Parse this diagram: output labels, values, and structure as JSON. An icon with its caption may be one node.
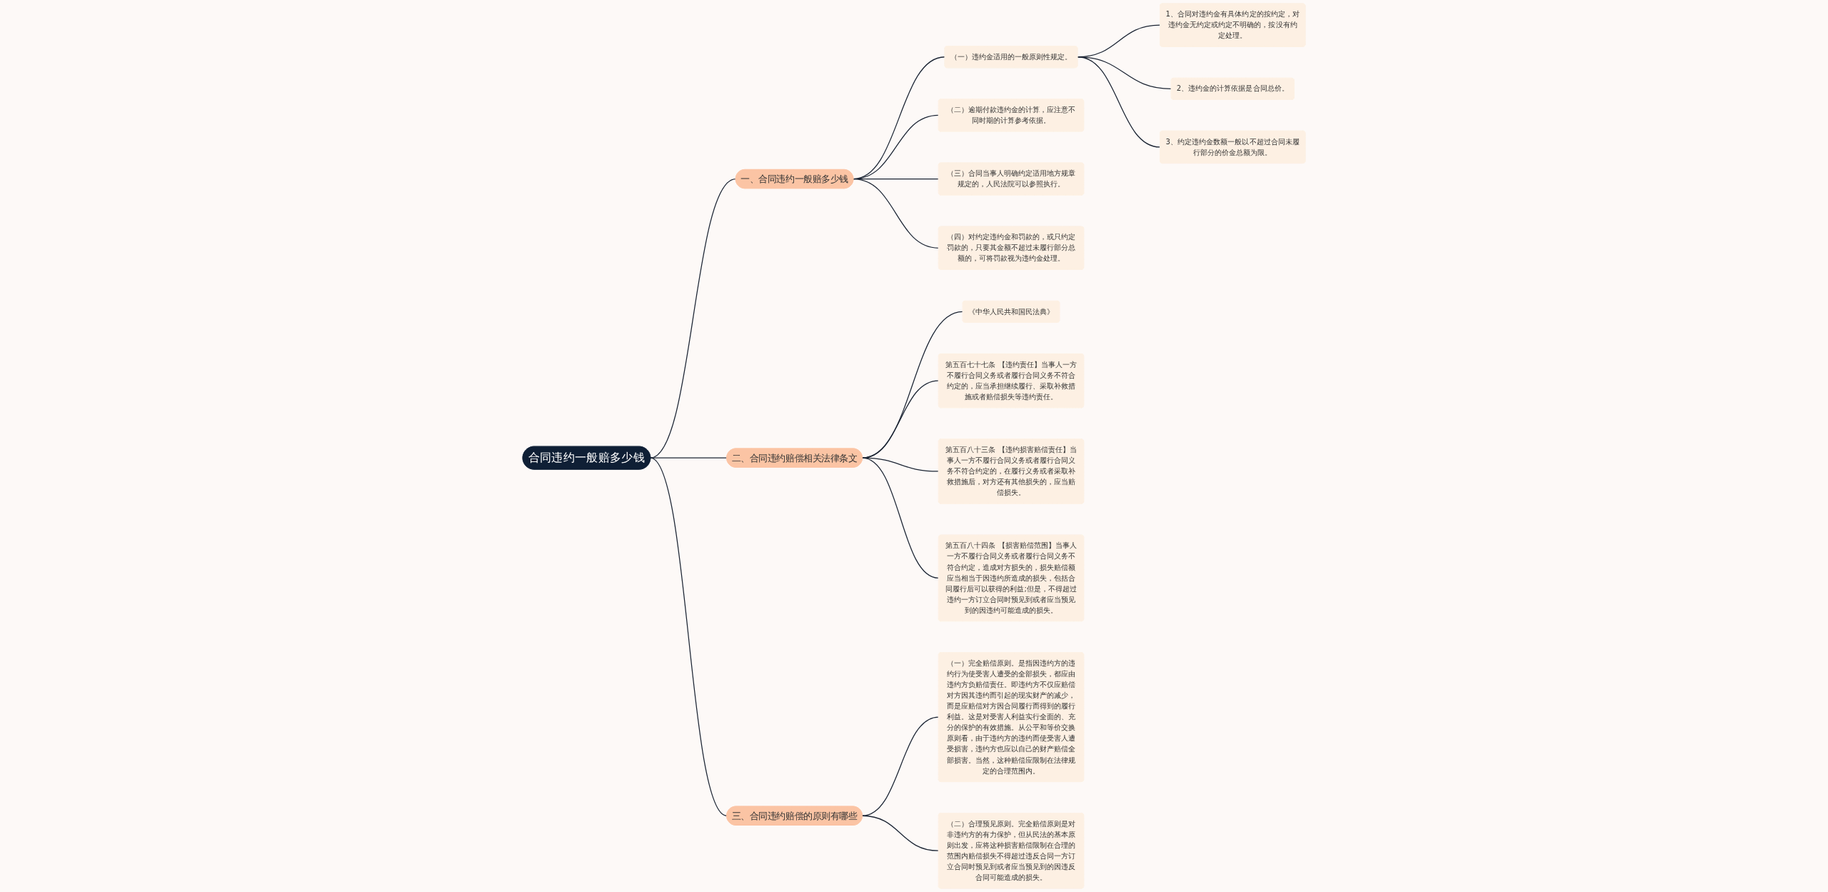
{
  "diagram": {
    "nodes": [
      {
        "text": [
          "合同违约一般赔多少钱"
        ]
      },
      {
        "text": [
          "一、合同违约一般赔多少钱"
        ]
      },
      {
        "text": [
          "（一）违约金适用的一般原则性规定。"
        ]
      },
      {
        "text": [
          "1、合同对违约金有具体约定的按约定，对违约金无约定或约定不明确的，按没有约定处理。"
        ]
      },
      {
        "text": [
          "2、违约金的计算依据是合同总价。"
        ]
      },
      {
        "text": [
          "3、约定违约金数额一般以不超过合同未履行部分的价金总额为限。"
        ]
      },
      {
        "text": [
          "（二）逾期付款违约金的计算，应注意不同时期的计算参考依据。"
        ]
      },
      {
        "text": [
          "（三）合同当事人明确约定适用地方规章规定的，人民法院可以参照执行。"
        ]
      },
      {
        "text": [
          "（四）对约定违约金和罚款的，或只约定罚款的，只要其金额不超过未履行部分总额的，可将罚款视为违约金处理。"
        ]
      },
      {
        "text": [
          "二、合同违约赔偿相关法律条文"
        ]
      },
      {
        "text": [
          "《中华人民共和国民法典》"
        ]
      },
      {
        "text": [
          "第五百七十七条 【违约责任】当事人一方不履行合同义务或者履行合同义务不符合约定的，应当承担继续履行、采取补救措施或者赔偿损失等违约责任。"
        ]
      },
      {
        "text": [
          "第五百八十三条 【违约损害赔偿责任】当事人一方不履行合同义务或者履行合同义务不符合约定的，在履行义务或者采取补救措施后，对方还有其他损失的，应当赔偿损失。"
        ]
      },
      {
        "text": [
          "第五百八十四条 【损害赔偿范围】当事人一方不履行合同义务或者履行合同义务不符合约定，造成对方损失的，损失赔偿额应当相当于因违约所造成的损失，包括合同履行后可以获得的利益;但是，不得超过违约一方订立合同时预见到或者应当预见到的因违约可能造成的损失。"
        ]
      },
      {
        "text": [
          "三、合同违约赔偿的原则有哪些"
        ]
      },
      {
        "text": [
          "（一）完全赔偿原则。是指因违约方的违约行为使受害人遭受的全部损失，都应由违约方负赔偿责任。即违约方不仅应赔偿对方因其违约而引起的现实财产的减少，而是应赔偿对方因合同履行而得到的履行利益。这是对受害人利益实行全面的、充分的保护的有效措施。从公平和等价交换原则看，由于违约方的违约而使受害人遭受损害，违约方也应以自己的财产赔偿全部损害。当然，这种赔偿应限制在法律规定的合理范围内。"
        ]
      },
      {
        "text": [
          "（二）合理预见原则。完全赔偿原则是对非违约方的有力保护，但从民法的基本原则出发，应将这种损害赔偿限制在合理的范围内赔偿损失不得超过违反合同一方订立合同时预见到或者应当预见到的因违反合同可能造成的损失。"
        ]
      }
    ],
    "edges": [
      {
        "from": 0,
        "to": 1,
        "arrow": "none"
      },
      {
        "from": 1,
        "to": 2,
        "arrow": "none"
      },
      {
        "from": 2,
        "to": 3,
        "arrow": "none"
      },
      {
        "from": 2,
        "to": 4,
        "arrow": "none"
      },
      {
        "from": 2,
        "to": 5,
        "arrow": "none"
      },
      {
        "from": 1,
        "to": 6,
        "arrow": "none"
      },
      {
        "from": 1,
        "to": 7,
        "arrow": "none"
      },
      {
        "from": 1,
        "to": 8,
        "arrow": "none"
      },
      {
        "from": 0,
        "to": 9,
        "arrow": "none"
      },
      {
        "from": 9,
        "to": 10,
        "arrow": "none"
      },
      {
        "from": 9,
        "to": 11,
        "arrow": "none"
      },
      {
        "from": 9,
        "to": 12,
        "arrow": "none"
      },
      {
        "from": 9,
        "to": 13,
        "arrow": "none"
      },
      {
        "from": 0,
        "to": 14,
        "arrow": "none"
      },
      {
        "from": 14,
        "to": 15,
        "arrow": "none"
      },
      {
        "from": 14,
        "to": 16,
        "arrow": "none"
      }
    ]
  }
}
